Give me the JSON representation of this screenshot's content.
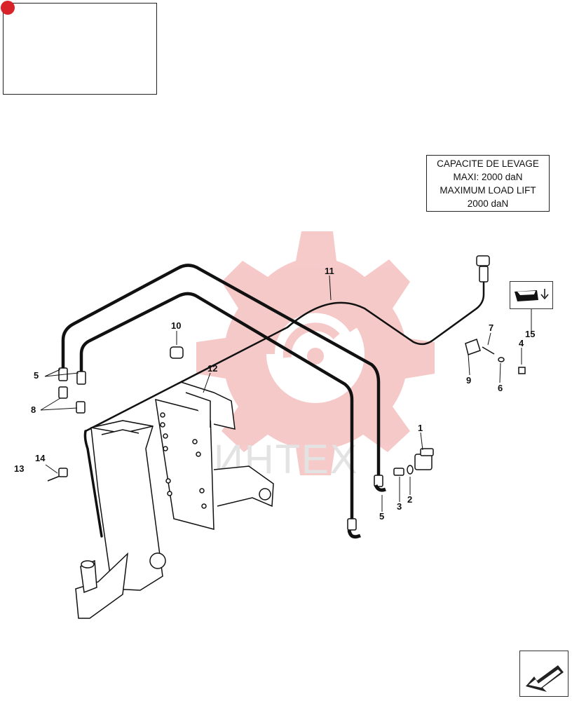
{
  "capacity_box": {
    "line1": "CAPACITE DE LEVAGE",
    "line2": "MAXI: 2000 daN",
    "line3": "MAXIMUM LOAD LIFT",
    "line4": "2000 daN"
  },
  "watermark_text": "ИНТЕХ",
  "callouts": {
    "c1": "1",
    "c2": "2",
    "c3": "3",
    "c4": "4",
    "c5a": "5",
    "c5b": "5",
    "c6": "6",
    "c7": "7",
    "c8": "8",
    "c9": "9",
    "c10": "10",
    "c11": "11",
    "c12": "12",
    "c13": "13",
    "c14": "14",
    "c15": "15"
  },
  "colors": {
    "watermark": "#f4b9b9",
    "badge_red": "#d8232a",
    "line": "#111111"
  }
}
